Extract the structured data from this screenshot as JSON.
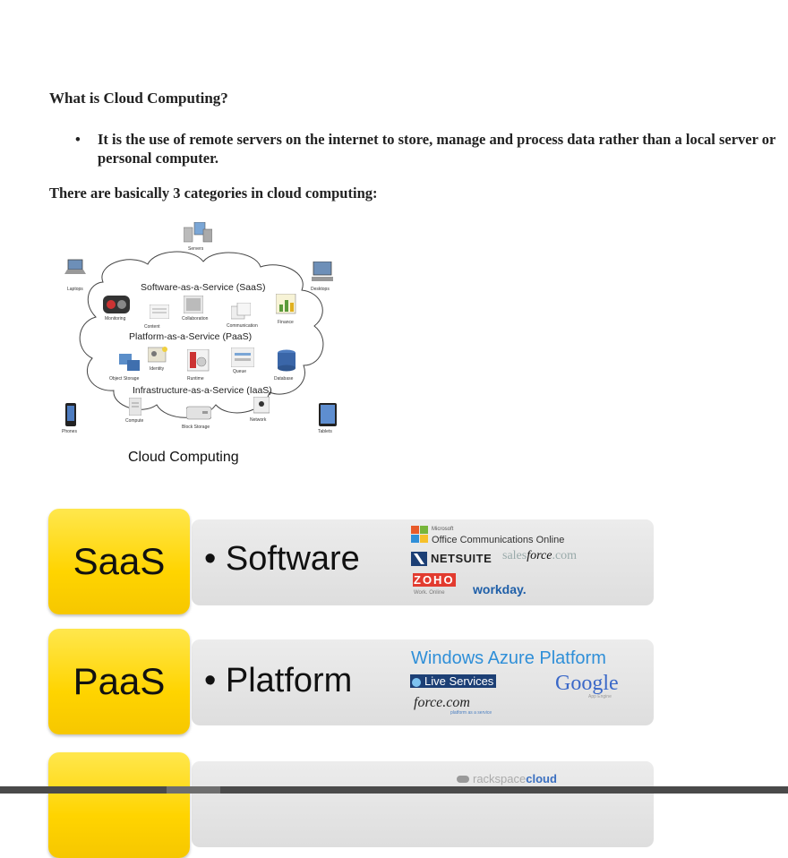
{
  "document": {
    "heading": "What is Cloud Computing?",
    "bullet": "It is the use of remote servers on the internet to store, manage and process data rather than a local server or personal computer.",
    "intro": "There are basically 3 categories in cloud computing:"
  },
  "diagram": {
    "caption": "Cloud Computing",
    "layers": {
      "saas": "Software-as-a-Service (SaaS)",
      "paas": "Platform-as-a-Service (PaaS)",
      "iaas": "Infrastructure-as-a-Service (IaaS)"
    },
    "outside_labels": {
      "servers": "Servers",
      "laptops": "Laptops",
      "desktops": "Desktops",
      "phones": "Phones",
      "tablets": "Tablets"
    },
    "inside_labels": {
      "monitoring": "Monitoring",
      "content": "Content",
      "collaboration": "Collaboration",
      "communication": "Communication",
      "finance": "Finance",
      "identity": "Identity",
      "object_storage": "Object Storage",
      "runtime": "Runtime",
      "queue": "Queue",
      "database": "Database",
      "compute": "Compute",
      "block_storage": "Block Storage",
      "network": "Network"
    }
  },
  "bands": {
    "saas": {
      "tag": "SaaS",
      "term": "• Software",
      "logos": {
        "ms_small": "Microsoft",
        "ms": "Office Communications Online",
        "netsuite": "NETSUITE",
        "salesforce_a": "sales",
        "salesforce_b": "force",
        "salesforce_c": ".com",
        "zoho": "ZOHO",
        "zoho_sub": "Work. Online",
        "workday": "workday."
      }
    },
    "paas": {
      "tag": "PaaS",
      "term": "• Platform",
      "logos": {
        "azure": "Windows Azure Platform",
        "live": "Live Services",
        "google": "Google",
        "google_sub": "App Engine",
        "forcecom": "force.com",
        "forcecom_sub": "platform as a service"
      }
    },
    "iaas": {
      "logos": {
        "rackspace_a": "rackspace",
        "rackspace_b": "cloud"
      }
    }
  },
  "colors": {
    "tag_yellow": "#ffd400",
    "band_gray": "#e4e4e4",
    "azure_blue": "#2f8fd8",
    "workday_blue": "#1f5fa8"
  }
}
